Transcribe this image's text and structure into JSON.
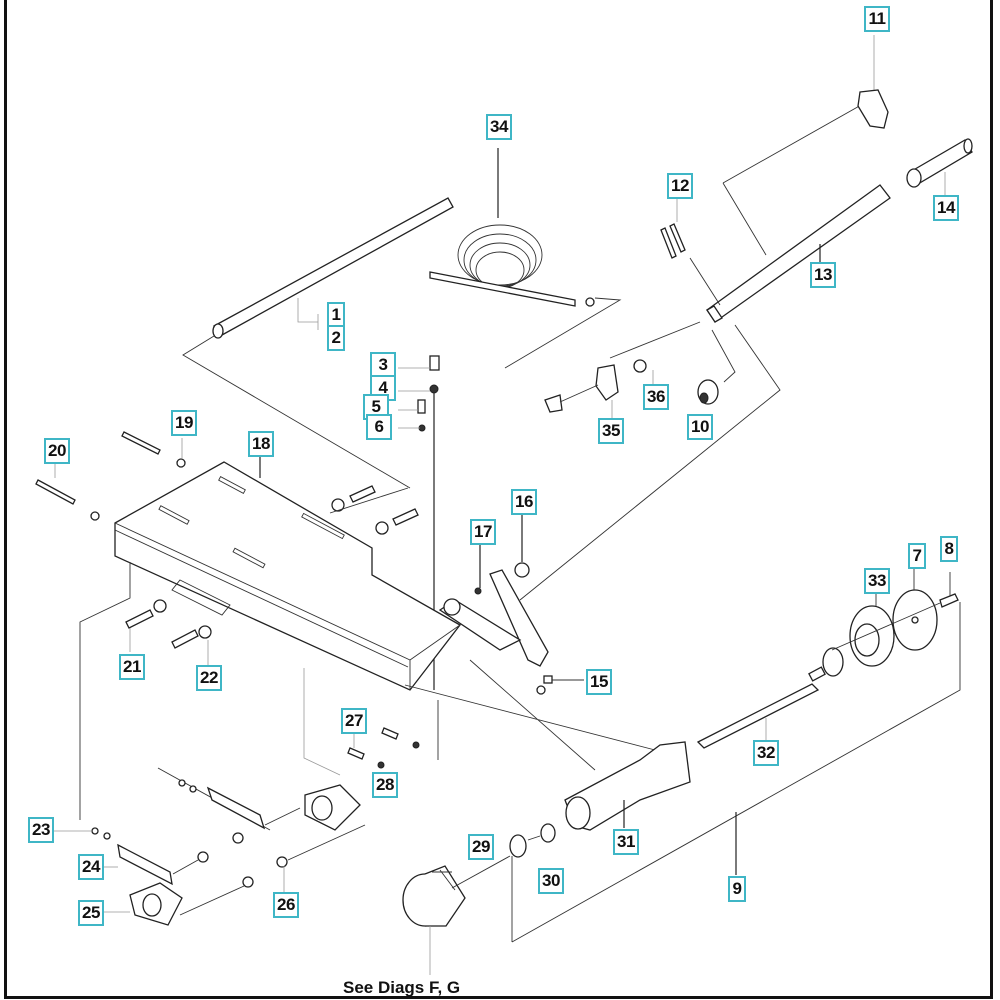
{
  "diagram": {
    "type": "exploded-parts-diagram",
    "callout_color": "#3fb6c6",
    "callouts": [
      {
        "id": "1",
        "label": "1"
      },
      {
        "id": "2",
        "label": "2"
      },
      {
        "id": "3",
        "label": "3"
      },
      {
        "id": "4",
        "label": "4"
      },
      {
        "id": "5",
        "label": "5"
      },
      {
        "id": "6",
        "label": "6"
      },
      {
        "id": "7",
        "label": "7"
      },
      {
        "id": "8",
        "label": "8"
      },
      {
        "id": "9",
        "label": "9"
      },
      {
        "id": "10",
        "label": "10"
      },
      {
        "id": "11",
        "label": "11"
      },
      {
        "id": "12",
        "label": "12"
      },
      {
        "id": "13",
        "label": "13"
      },
      {
        "id": "14",
        "label": "14"
      },
      {
        "id": "15",
        "label": "15"
      },
      {
        "id": "16",
        "label": "16"
      },
      {
        "id": "17",
        "label": "17"
      },
      {
        "id": "18",
        "label": "18"
      },
      {
        "id": "19",
        "label": "19"
      },
      {
        "id": "20",
        "label": "20"
      },
      {
        "id": "21",
        "label": "21"
      },
      {
        "id": "22",
        "label": "22"
      },
      {
        "id": "23",
        "label": "23"
      },
      {
        "id": "24",
        "label": "24"
      },
      {
        "id": "25",
        "label": "25"
      },
      {
        "id": "26",
        "label": "26"
      },
      {
        "id": "27",
        "label": "27"
      },
      {
        "id": "28",
        "label": "28"
      },
      {
        "id": "29",
        "label": "29"
      },
      {
        "id": "30",
        "label": "30"
      },
      {
        "id": "31",
        "label": "31"
      },
      {
        "id": "32",
        "label": "32"
      },
      {
        "id": "33",
        "label": "33"
      },
      {
        "id": "34",
        "label": "34"
      },
      {
        "id": "35",
        "label": "35"
      },
      {
        "id": "36",
        "label": "36"
      }
    ],
    "footer_note": "See Diags F, G"
  }
}
